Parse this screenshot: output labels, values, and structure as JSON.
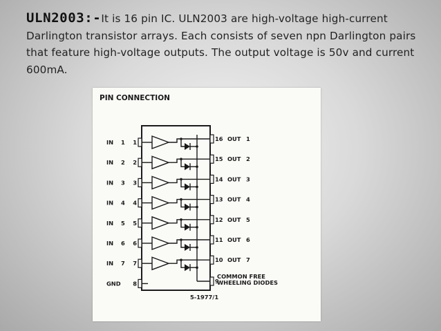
{
  "slide": {
    "heading": "ULN2003:-",
    "body": "It is 16 pin IC.  ULN2003 are high-voltage high-current Darlington transistor arrays. Each consists of seven npn Darlington pairs that feature high-voltage outputs. The output voltage is 50v and current 600mA."
  },
  "figure": {
    "title": "PIN CONNECTION",
    "left_pins": [
      {
        "label": "IN",
        "index": "1",
        "pin": "1"
      },
      {
        "label": "IN",
        "index": "2",
        "pin": "2"
      },
      {
        "label": "IN",
        "index": "3",
        "pin": "3"
      },
      {
        "label": "IN",
        "index": "4",
        "pin": "4"
      },
      {
        "label": "IN",
        "index": "5",
        "pin": "5"
      },
      {
        "label": "IN",
        "index": "6",
        "pin": "6"
      },
      {
        "label": "IN",
        "index": "7",
        "pin": "7"
      },
      {
        "label": "GND",
        "index": "",
        "pin": "8"
      }
    ],
    "right_pins": [
      {
        "pin": "16",
        "label": "OUT",
        "index": "1"
      },
      {
        "pin": "15",
        "label": "OUT",
        "index": "2"
      },
      {
        "pin": "14",
        "label": "OUT",
        "index": "3"
      },
      {
        "pin": "13",
        "label": "OUT",
        "index": "4"
      },
      {
        "pin": "12",
        "label": "OUT",
        "index": "5"
      },
      {
        "pin": "11",
        "label": "OUT",
        "index": "6"
      },
      {
        "pin": "10",
        "label": "OUT",
        "index": "7"
      }
    ],
    "pin9": {
      "pin": "9",
      "line1": "COMMON  FREE",
      "line2": "WHEELING DIODES"
    },
    "code": "5-1977/1"
  }
}
